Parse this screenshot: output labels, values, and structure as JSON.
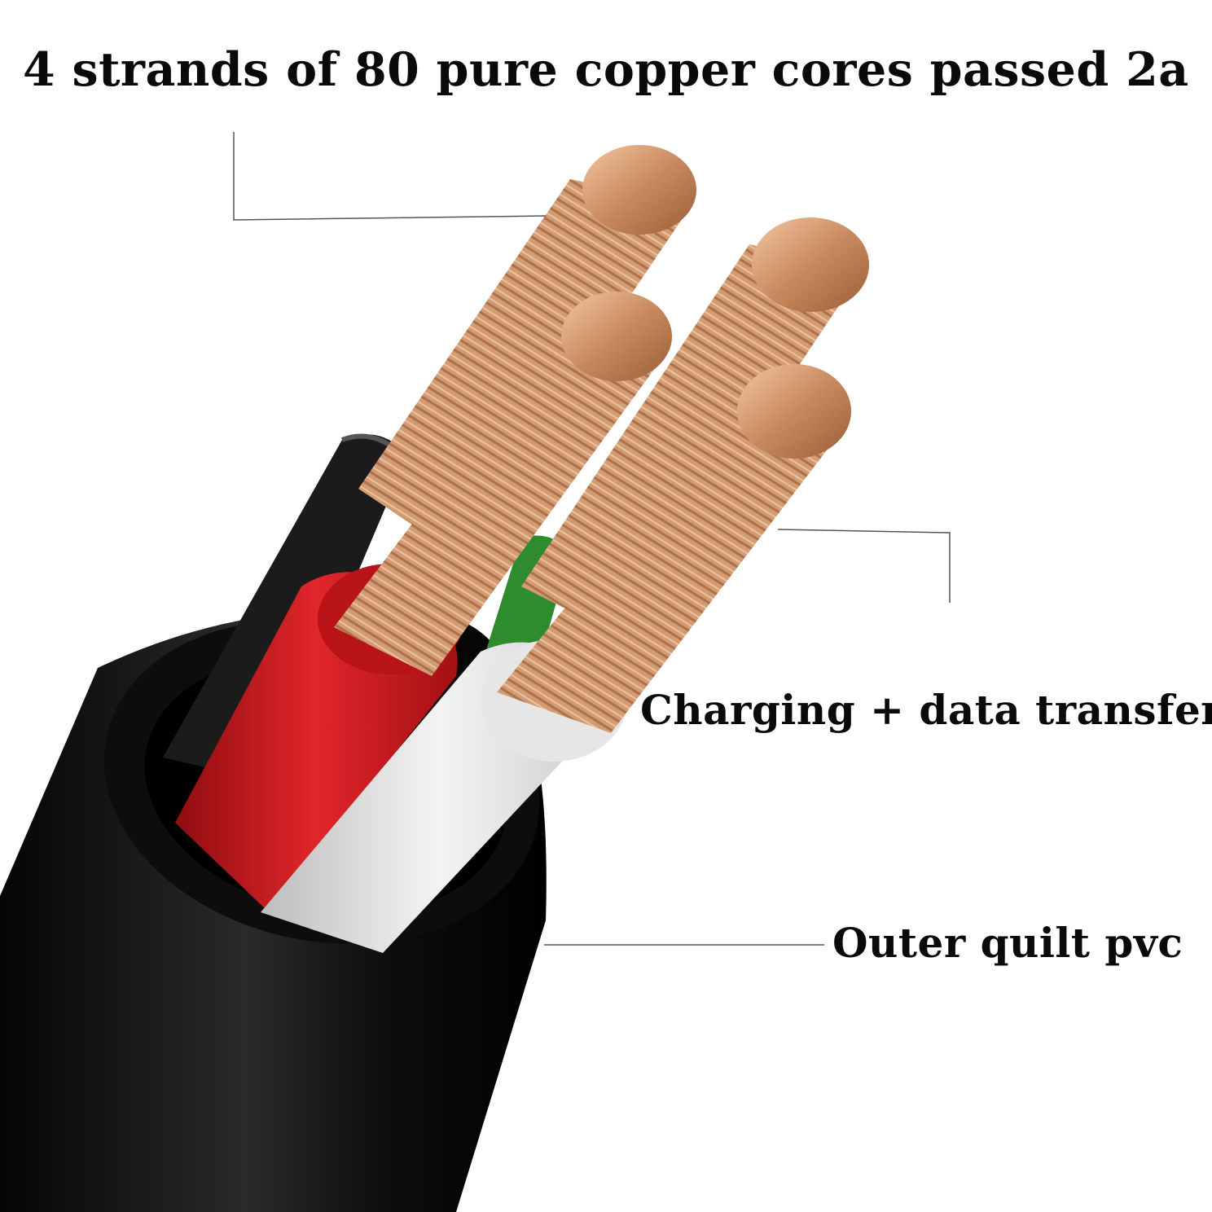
{
  "labels": {
    "top": "4 strands of 80 pure copper cores passed 2a",
    "middle": "Charging + data transfer",
    "bottom": "Outer quilt pvc"
  },
  "colors": {
    "background": "#ffffff",
    "text": "#0a0a0a",
    "jacket": "#121212",
    "copper": "#c98a5e",
    "red_insulation": "#c4161c",
    "white_insulation": "#e8e8e8",
    "green_insulation": "#2e8b2e",
    "black_insulation": "#1a1a1a"
  }
}
